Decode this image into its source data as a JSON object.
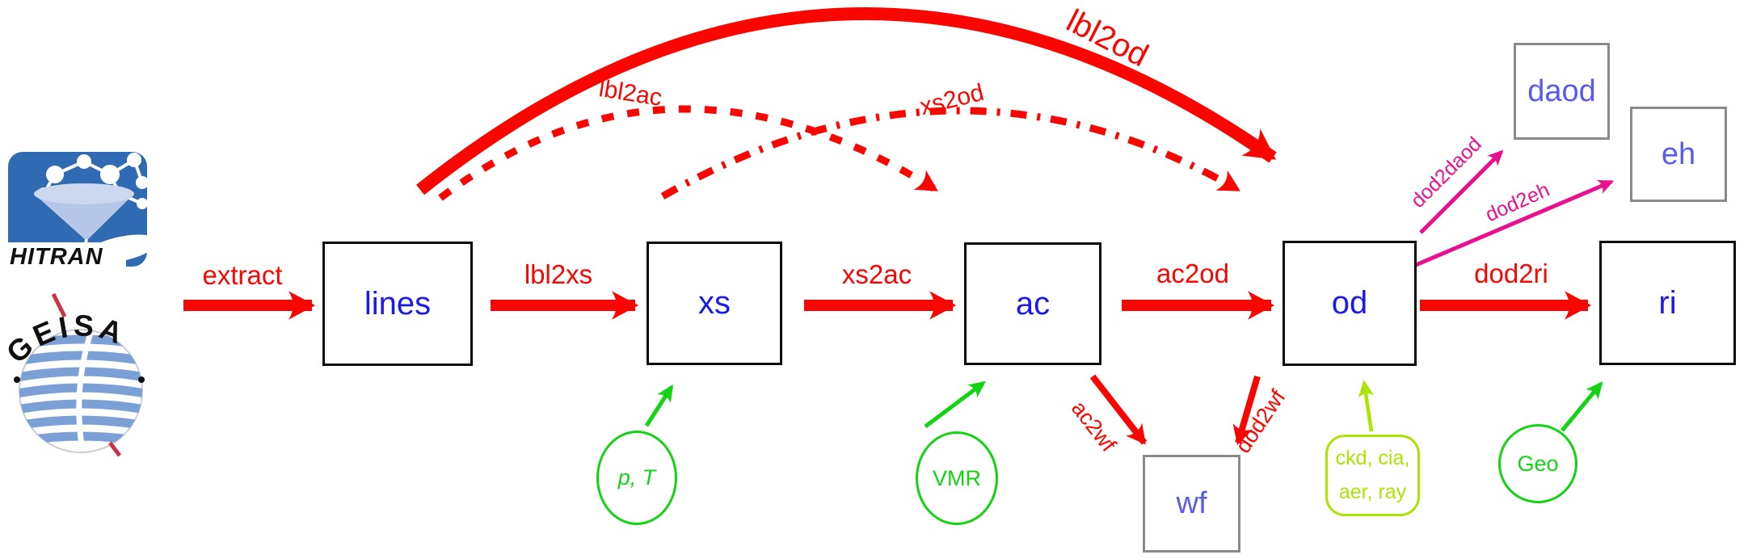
{
  "logos": {
    "hitran": {
      "label": "HITRAN"
    },
    "geisa": {
      "label": "GEISA"
    }
  },
  "nodes": {
    "lines": {
      "label": "lines"
    },
    "xs": {
      "label": "xs"
    },
    "ac": {
      "label": "ac"
    },
    "od": {
      "label": "od"
    },
    "ri": {
      "label": "ri"
    },
    "wf": {
      "label": "wf"
    },
    "daod": {
      "label": "daod"
    },
    "eh": {
      "label": "eh"
    }
  },
  "transforms": {
    "extract": {
      "label": "extract"
    },
    "lbl2xs": {
      "label": "lbl2xs"
    },
    "xs2ac": {
      "label": "xs2ac"
    },
    "ac2od": {
      "label": "ac2od"
    },
    "dod2ri": {
      "label": "dod2ri"
    },
    "lbl2ac": {
      "label": "lbl2ac"
    },
    "xs2od": {
      "label": "xs2od"
    },
    "lbl2od": {
      "label": "lbl2od"
    },
    "dod2daod": {
      "label": "dod2daod"
    },
    "dod2eh": {
      "label": "dod2eh"
    },
    "ac2wf": {
      "label": "ac2wf"
    },
    "dod2wf": {
      "label": "dod2wf"
    }
  },
  "inputs": {
    "pt": {
      "label": "p, T"
    },
    "vmr": {
      "label": "VMR"
    },
    "geo": {
      "label": "Geo"
    },
    "continua": {
      "line1": "ckd, cia,",
      "line2": "aer, ray"
    }
  },
  "colors": {
    "flow_red": "#f90600",
    "node_blue": "#1a1aeb",
    "derived_blue": "#5a5af0",
    "input_green": "#12d412",
    "continua_yellowgreen": "#aae400",
    "derivative_magenta": "#e8108e",
    "main_border": "#0a0a0a",
    "derived_border": "#8a8a8a"
  }
}
